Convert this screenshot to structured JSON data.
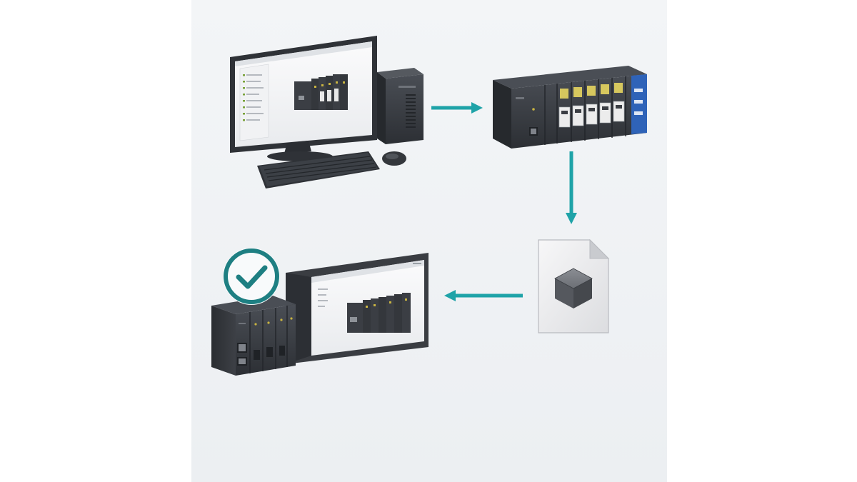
{
  "diagram": {
    "nodes": [
      {
        "id": "workstation",
        "icon": "desktop-computer-icon"
      },
      {
        "id": "plc-rack",
        "icon": "plc-rack-icon"
      },
      {
        "id": "project-file",
        "icon": "project-file-icon"
      },
      {
        "id": "verified-system",
        "icon": "plc-with-hmi-icon"
      }
    ],
    "edges": [
      {
        "from": "workstation",
        "to": "plc-rack",
        "direction": "right"
      },
      {
        "from": "plc-rack",
        "to": "project-file",
        "direction": "down"
      },
      {
        "from": "project-file",
        "to": "verified-system",
        "direction": "left"
      }
    ],
    "status": {
      "icon": "check-circle-icon",
      "state": "success"
    },
    "colors": {
      "accent": "#1fa3a8",
      "device": "#3b3e44",
      "background": "#eef1f4"
    }
  }
}
